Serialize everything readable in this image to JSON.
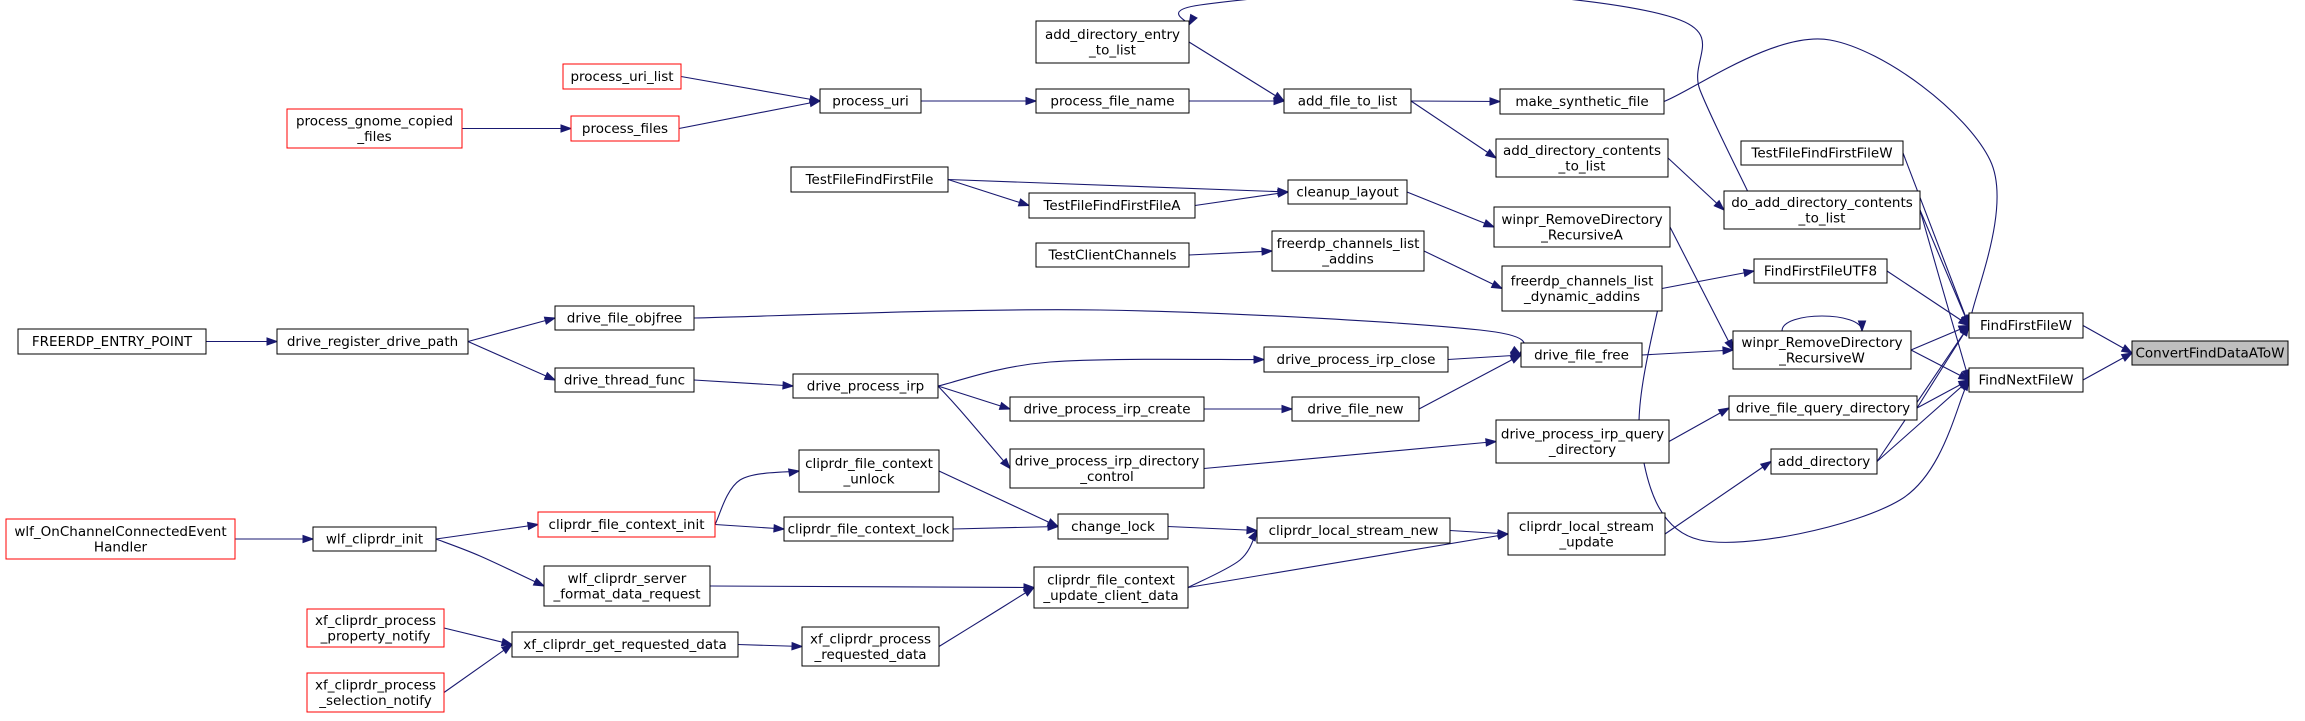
{
  "graph": {
    "root": "ConvertFindDataAToW",
    "edge_color": "#191970",
    "highlight_border_color": "#ff0000",
    "root_fill_color": "#bfbfbf",
    "nodes": [
      {
        "id": "n_root",
        "lines": [
          "ConvertFindDataAToW"
        ],
        "style": "root"
      },
      {
        "id": "n_ffirst",
        "lines": [
          "FindFirstFileW"
        ],
        "style": "normal"
      },
      {
        "id": "n_fnext",
        "lines": [
          "FindNextFileW"
        ],
        "style": "normal"
      },
      {
        "id": "n_test_ffw",
        "lines": [
          "TestFileFindFirstFileW"
        ],
        "style": "normal"
      },
      {
        "id": "n_doadd",
        "lines": [
          "do_add_directory_contents",
          "_to_list"
        ],
        "style": "normal"
      },
      {
        "id": "n_ffutf8",
        "lines": [
          "FindFirstFileUTF8"
        ],
        "style": "normal"
      },
      {
        "id": "n_rmdirw",
        "lines": [
          "winpr_RemoveDirectory",
          "_RecursiveW"
        ],
        "style": "normal"
      },
      {
        "id": "n_dqdir",
        "lines": [
          "drive_file_query_directory"
        ],
        "style": "normal"
      },
      {
        "id": "n_adddir",
        "lines": [
          "add_directory"
        ],
        "style": "normal"
      },
      {
        "id": "n_addentry",
        "lines": [
          "add_directory_entry",
          "_to_list"
        ],
        "style": "normal"
      },
      {
        "id": "n_addfile",
        "lines": [
          "add_file_to_list"
        ],
        "style": "normal"
      },
      {
        "id": "n_makesyn",
        "lines": [
          "make_synthetic_file"
        ],
        "style": "normal"
      },
      {
        "id": "n_adddirc",
        "lines": [
          "add_directory_contents",
          "_to_list"
        ],
        "style": "normal"
      },
      {
        "id": "n_rmdira",
        "lines": [
          "winpr_RemoveDirectory",
          "_RecursiveA"
        ],
        "style": "normal"
      },
      {
        "id": "n_fcdyn",
        "lines": [
          "freerdp_channels_list",
          "_dynamic_addins"
        ],
        "style": "normal"
      },
      {
        "id": "n_fcaddins",
        "lines": [
          "freerdp_channels_list",
          "_addins"
        ],
        "style": "normal"
      },
      {
        "id": "n_testcc",
        "lines": [
          "TestClientChannels"
        ],
        "style": "normal"
      },
      {
        "id": "n_cleanup",
        "lines": [
          "cleanup_layout"
        ],
        "style": "normal"
      },
      {
        "id": "n_tffa",
        "lines": [
          "TestFileFindFirstFileA"
        ],
        "style": "normal"
      },
      {
        "id": "n_tff",
        "lines": [
          "TestFileFindFirstFile"
        ],
        "style": "normal"
      },
      {
        "id": "n_pfname",
        "lines": [
          "process_file_name"
        ],
        "style": "normal"
      },
      {
        "id": "n_puri",
        "lines": [
          "process_uri"
        ],
        "style": "normal"
      },
      {
        "id": "n_purilist",
        "lines": [
          "process_uri_list"
        ],
        "style": "red"
      },
      {
        "id": "n_pfiles",
        "lines": [
          "process_files"
        ],
        "style": "red"
      },
      {
        "id": "n_pgnome",
        "lines": [
          "process_gnome_copied",
          "_files"
        ],
        "style": "red"
      },
      {
        "id": "n_dfree",
        "lines": [
          "drive_file_free"
        ],
        "style": "normal"
      },
      {
        "id": "n_dobjfree",
        "lines": [
          "drive_file_objfree"
        ],
        "style": "normal"
      },
      {
        "id": "n_dregister",
        "lines": [
          "drive_register_drive_path"
        ],
        "style": "normal"
      },
      {
        "id": "n_fentry",
        "lines": [
          "FREERDP_ENTRY_POINT"
        ],
        "style": "normal"
      },
      {
        "id": "n_dthread",
        "lines": [
          "drive_thread_func"
        ],
        "style": "normal"
      },
      {
        "id": "n_dpirp",
        "lines": [
          "drive_process_irp"
        ],
        "style": "normal"
      },
      {
        "id": "n_dpclose",
        "lines": [
          "drive_process_irp_close"
        ],
        "style": "normal"
      },
      {
        "id": "n_dpcreate",
        "lines": [
          "drive_process_irp_create"
        ],
        "style": "normal"
      },
      {
        "id": "n_dfnew",
        "lines": [
          "drive_file_new"
        ],
        "style": "normal"
      },
      {
        "id": "n_dpqdir",
        "lines": [
          "drive_process_irp_query",
          "_directory"
        ],
        "style": "normal"
      },
      {
        "id": "n_dpdirctl",
        "lines": [
          "drive_process_irp_directory",
          "_control"
        ],
        "style": "normal"
      },
      {
        "id": "n_clsupd",
        "lines": [
          "cliprdr_local_stream",
          "_update"
        ],
        "style": "normal"
      },
      {
        "id": "n_clsnew",
        "lines": [
          "cliprdr_local_stream_new"
        ],
        "style": "normal"
      },
      {
        "id": "n_chlock",
        "lines": [
          "change_lock"
        ],
        "style": "normal"
      },
      {
        "id": "n_cfcunlock",
        "lines": [
          "cliprdr_file_context",
          "_unlock"
        ],
        "style": "normal"
      },
      {
        "id": "n_cfclock",
        "lines": [
          "cliprdr_file_context_lock"
        ],
        "style": "normal"
      },
      {
        "id": "n_cfcinit",
        "lines": [
          "cliprdr_file_context_init"
        ],
        "style": "red"
      },
      {
        "id": "n_wlfinit",
        "lines": [
          "wlf_cliprdr_init"
        ],
        "style": "normal"
      },
      {
        "id": "n_wlfevt",
        "lines": [
          "wlf_OnChannelConnectedEvent",
          "Handler"
        ],
        "style": "red"
      },
      {
        "id": "n_cfcupd",
        "lines": [
          "cliprdr_file_context",
          "_update_client_data"
        ],
        "style": "normal"
      },
      {
        "id": "n_wlfsrv",
        "lines": [
          "wlf_cliprdr_server",
          "_format_data_request"
        ],
        "style": "normal"
      },
      {
        "id": "n_xfpreq",
        "lines": [
          "xf_cliprdr_process",
          "_requested_data"
        ],
        "style": "normal"
      },
      {
        "id": "n_xfget",
        "lines": [
          "xf_cliprdr_get_requested_data"
        ],
        "style": "normal"
      },
      {
        "id": "n_xfprop",
        "lines": [
          "xf_cliprdr_process",
          "_property_notify"
        ],
        "style": "red"
      },
      {
        "id": "n_xfsel",
        "lines": [
          "xf_cliprdr_process",
          "_selection_notify"
        ],
        "style": "red"
      }
    ],
    "edges": [
      {
        "from": "n_ffirst",
        "to": "n_root"
      },
      {
        "from": "n_fnext",
        "to": "n_root"
      },
      {
        "from": "n_test_ffw",
        "to": "n_ffirst"
      },
      {
        "from": "n_doadd",
        "to": "n_ffirst"
      },
      {
        "from": "n_ffutf8",
        "to": "n_ffirst"
      },
      {
        "from": "n_rmdirw",
        "to": "n_ffirst"
      },
      {
        "from": "n_dqdir",
        "to": "n_ffirst"
      },
      {
        "from": "n_adddir",
        "to": "n_ffirst"
      },
      {
        "from": "n_makesyn",
        "to": "n_ffirst"
      },
      {
        "from": "n_doadd",
        "to": "n_fnext"
      },
      {
        "from": "n_rmdirw",
        "to": "n_fnext"
      },
      {
        "from": "n_dqdir",
        "to": "n_fnext"
      },
      {
        "from": "n_adddir",
        "to": "n_fnext"
      },
      {
        "from": "n_fcdyn",
        "to": "n_fnext"
      },
      {
        "from": "n_rmdirw",
        "to": "n_rmdirw"
      },
      {
        "from": "n_dfree",
        "to": "n_rmdirw"
      },
      {
        "from": "n_rmdira",
        "to": "n_rmdirw"
      },
      {
        "from": "n_fcdyn",
        "to": "n_ffutf8"
      },
      {
        "from": "n_adddirc",
        "to": "n_doadd"
      },
      {
        "from": "n_doadd",
        "to": "n_addentry"
      },
      {
        "from": "n_addentry",
        "to": "n_addfile"
      },
      {
        "from": "n_addfile",
        "to": "n_makesyn"
      },
      {
        "from": "n_addfile",
        "to": "n_adddirc"
      },
      {
        "from": "n_pfname",
        "to": "n_addfile"
      },
      {
        "from": "n_puri",
        "to": "n_pfname"
      },
      {
        "from": "n_purilist",
        "to": "n_puri"
      },
      {
        "from": "n_pfiles",
        "to": "n_puri"
      },
      {
        "from": "n_pgnome",
        "to": "n_pfiles"
      },
      {
        "from": "n_cleanup",
        "to": "n_rmdira"
      },
      {
        "from": "n_tffa",
        "to": "n_cleanup"
      },
      {
        "from": "n_tff",
        "to": "n_cleanup"
      },
      {
        "from": "n_tff",
        "to": "n_tffa"
      },
      {
        "from": "n_fcaddins",
        "to": "n_fcdyn"
      },
      {
        "from": "n_testcc",
        "to": "n_fcaddins"
      },
      {
        "from": "n_dobjfree",
        "to": "n_dfree"
      },
      {
        "from": "n_dpclose",
        "to": "n_dfree"
      },
      {
        "from": "n_dfnew",
        "to": "n_dfree"
      },
      {
        "from": "n_dregister",
        "to": "n_dobjfree"
      },
      {
        "from": "n_dregister",
        "to": "n_dthread"
      },
      {
        "from": "n_fentry",
        "to": "n_dregister"
      },
      {
        "from": "n_dthread",
        "to": "n_dpirp"
      },
      {
        "from": "n_dpirp",
        "to": "n_dpclose"
      },
      {
        "from": "n_dpirp",
        "to": "n_dpcreate"
      },
      {
        "from": "n_dpirp",
        "to": "n_dpdirctl"
      },
      {
        "from": "n_dpcreate",
        "to": "n_dfnew"
      },
      {
        "from": "n_dpdirctl",
        "to": "n_dpqdir"
      },
      {
        "from": "n_dpqdir",
        "to": "n_dqdir"
      },
      {
        "from": "n_clsupd",
        "to": "n_adddir"
      },
      {
        "from": "n_clsnew",
        "to": "n_clsupd"
      },
      {
        "from": "n_cfcupd",
        "to": "n_clsupd"
      },
      {
        "from": "n_chlock",
        "to": "n_clsnew"
      },
      {
        "from": "n_cfcupd",
        "to": "n_clsnew"
      },
      {
        "from": "n_cfcunlock",
        "to": "n_chlock"
      },
      {
        "from": "n_cfclock",
        "to": "n_chlock"
      },
      {
        "from": "n_cfcinit",
        "to": "n_cfcunlock"
      },
      {
        "from": "n_cfcinit",
        "to": "n_cfclock"
      },
      {
        "from": "n_wlfinit",
        "to": "n_cfcinit"
      },
      {
        "from": "n_wlfinit",
        "to": "n_wlfsrv"
      },
      {
        "from": "n_wlfevt",
        "to": "n_wlfinit"
      },
      {
        "from": "n_wlfsrv",
        "to": "n_cfcupd"
      },
      {
        "from": "n_xfpreq",
        "to": "n_cfcupd"
      },
      {
        "from": "n_xfget",
        "to": "n_xfpreq"
      },
      {
        "from": "n_xfprop",
        "to": "n_xfget"
      },
      {
        "from": "n_xfsel",
        "to": "n_xfget"
      }
    ]
  }
}
